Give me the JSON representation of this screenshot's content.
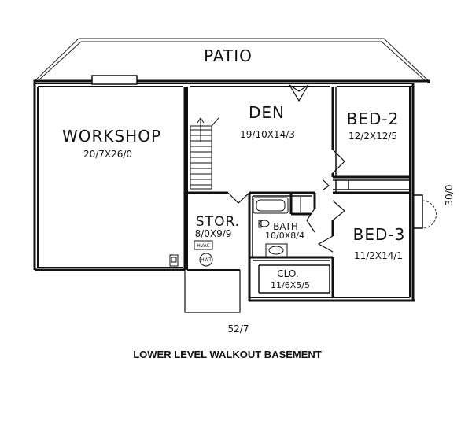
{
  "title": "LOWER LEVEL WALKOUT BASEMENT",
  "overall_width": "52/7",
  "overall_depth": "30/0",
  "patio": {
    "label": "PATIO"
  },
  "rooms": {
    "workshop": {
      "name": "WORKSHOP",
      "size": "20/7X26/0"
    },
    "den": {
      "name": "DEN",
      "size": "19/10X14/3"
    },
    "bed2": {
      "name": "BED-2",
      "size": "12/2X12/5"
    },
    "bed3": {
      "name": "BED-3",
      "size": "11/2X14/1"
    },
    "stor": {
      "name": "STOR.",
      "size": "8/0X9/9"
    },
    "bath": {
      "name": "BATH",
      "size": "10/0X8/4"
    },
    "clo": {
      "name": "CLO.",
      "size": "11/6X5/5"
    }
  },
  "stair": {
    "label": "UP"
  },
  "equipment": {
    "hvac": "HVAC",
    "hwt": "HWT"
  }
}
